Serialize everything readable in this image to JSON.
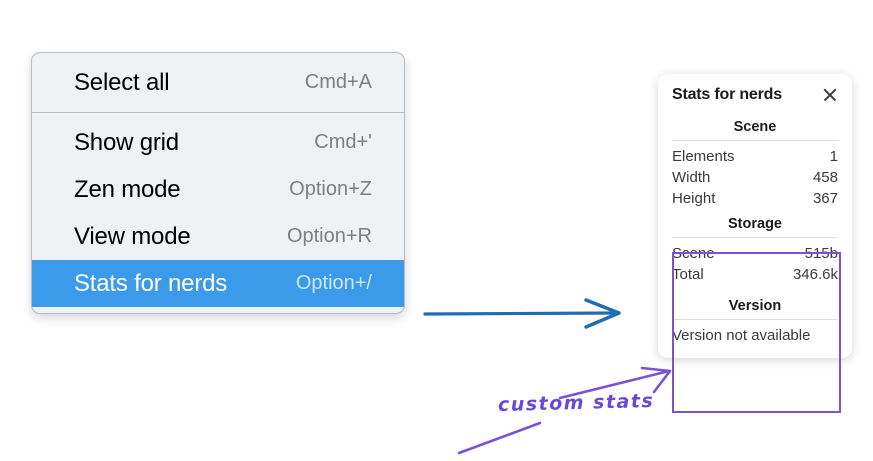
{
  "context_menu": {
    "name": "canvas-context-menu",
    "groups": [
      {
        "items": [
          {
            "label": "Select all",
            "shortcut": "Cmd+A",
            "selected": false
          }
        ]
      },
      {
        "items": [
          {
            "label": "Show grid",
            "shortcut": "Cmd+'",
            "selected": false
          },
          {
            "label": "Zen mode",
            "shortcut": "Option+Z",
            "selected": false
          },
          {
            "label": "View mode",
            "shortcut": "Option+R",
            "selected": false
          },
          {
            "label": "Stats for nerds",
            "shortcut": "Option+/",
            "selected": true
          }
        ]
      }
    ]
  },
  "stats_panel": {
    "title": "Stats for nerds",
    "close_icon": "close-icon",
    "sections": [
      {
        "title": "Scene",
        "rows": [
          {
            "key": "Elements",
            "value": "1"
          },
          {
            "key": "Width",
            "value": "458"
          },
          {
            "key": "Height",
            "value": "367"
          }
        ]
      },
      {
        "title": "Storage",
        "rows": [
          {
            "key": "Scene",
            "value": "515b"
          },
          {
            "key": "Total",
            "value": "346.6k"
          }
        ]
      },
      {
        "title": "Version",
        "note": "Version not available",
        "rows": []
      }
    ]
  },
  "annotations": {
    "custom_stats_label": "custom stats",
    "blue_arrow_color": "#1f6cb4",
    "purple_color": "#7a52d6",
    "highlight_color": "#3b9aea"
  }
}
